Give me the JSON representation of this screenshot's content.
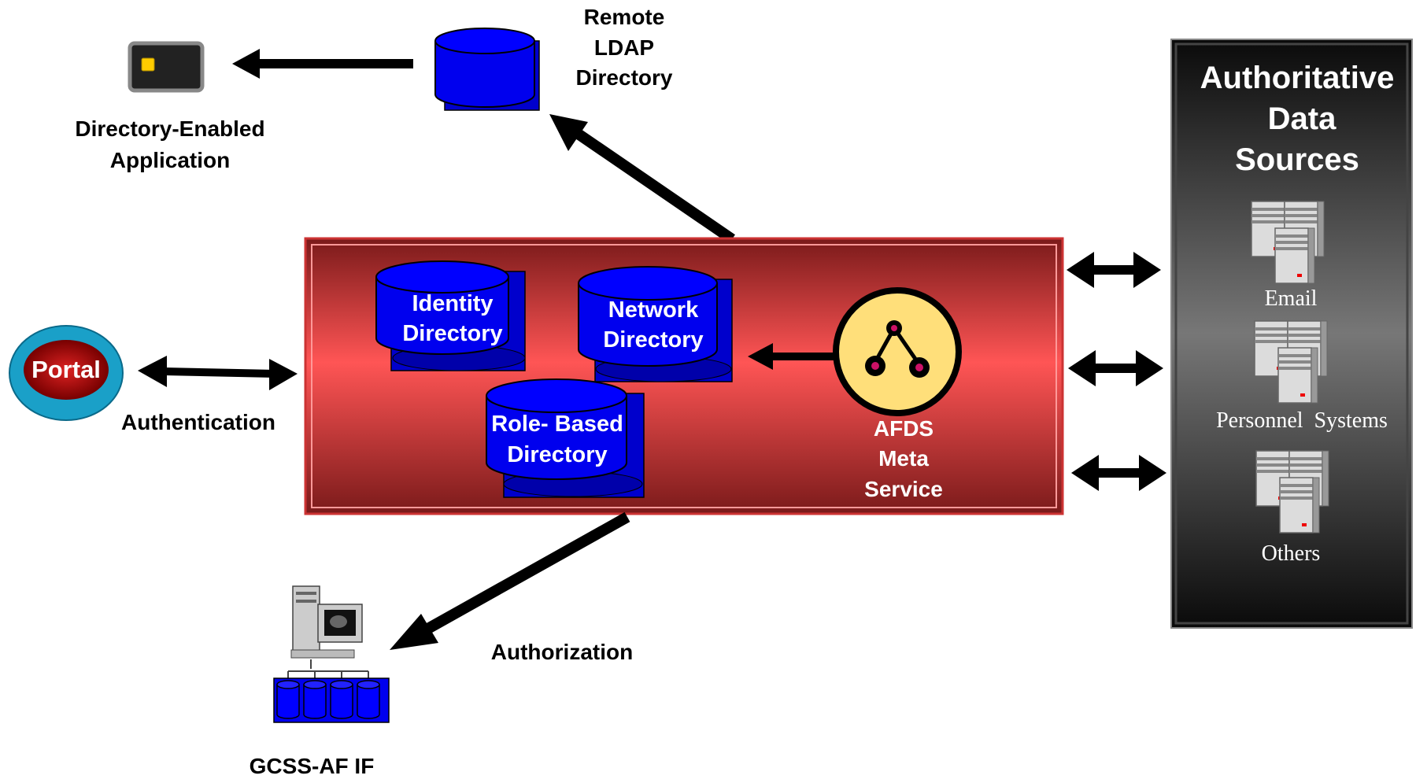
{
  "diagram": {
    "remote_ldap": {
      "line1": "Remote",
      "line2": "LDAP",
      "line3": "Directory"
    },
    "app": {
      "line1": "Directory-Enabled",
      "line2": "Application"
    },
    "portal": {
      "label": "Portal",
      "caption": "Authentication"
    },
    "center": {
      "identity": {
        "line1": "Identity",
        "line2": "Directory"
      },
      "network": {
        "line1": "Network",
        "line2": "Directory"
      },
      "role": {
        "line1": "Role- Based",
        "line2": "Directory"
      },
      "meta": {
        "line1": "AFDS",
        "line2": "Meta",
        "line3": "Service"
      }
    },
    "authorization": "Authorization",
    "gcss": "GCSS-AF IF",
    "sources": {
      "title1": "Authoritative",
      "title2": "Data",
      "title3": "Sources",
      "items": [
        "Email",
        "Personnel  Systems",
        "Others"
      ]
    },
    "colors": {
      "db_blue": "#0000ee",
      "hub_red": "#ff5a5a",
      "meta_yellow": "#ffdf7a",
      "panel_gray": "#555555"
    }
  }
}
